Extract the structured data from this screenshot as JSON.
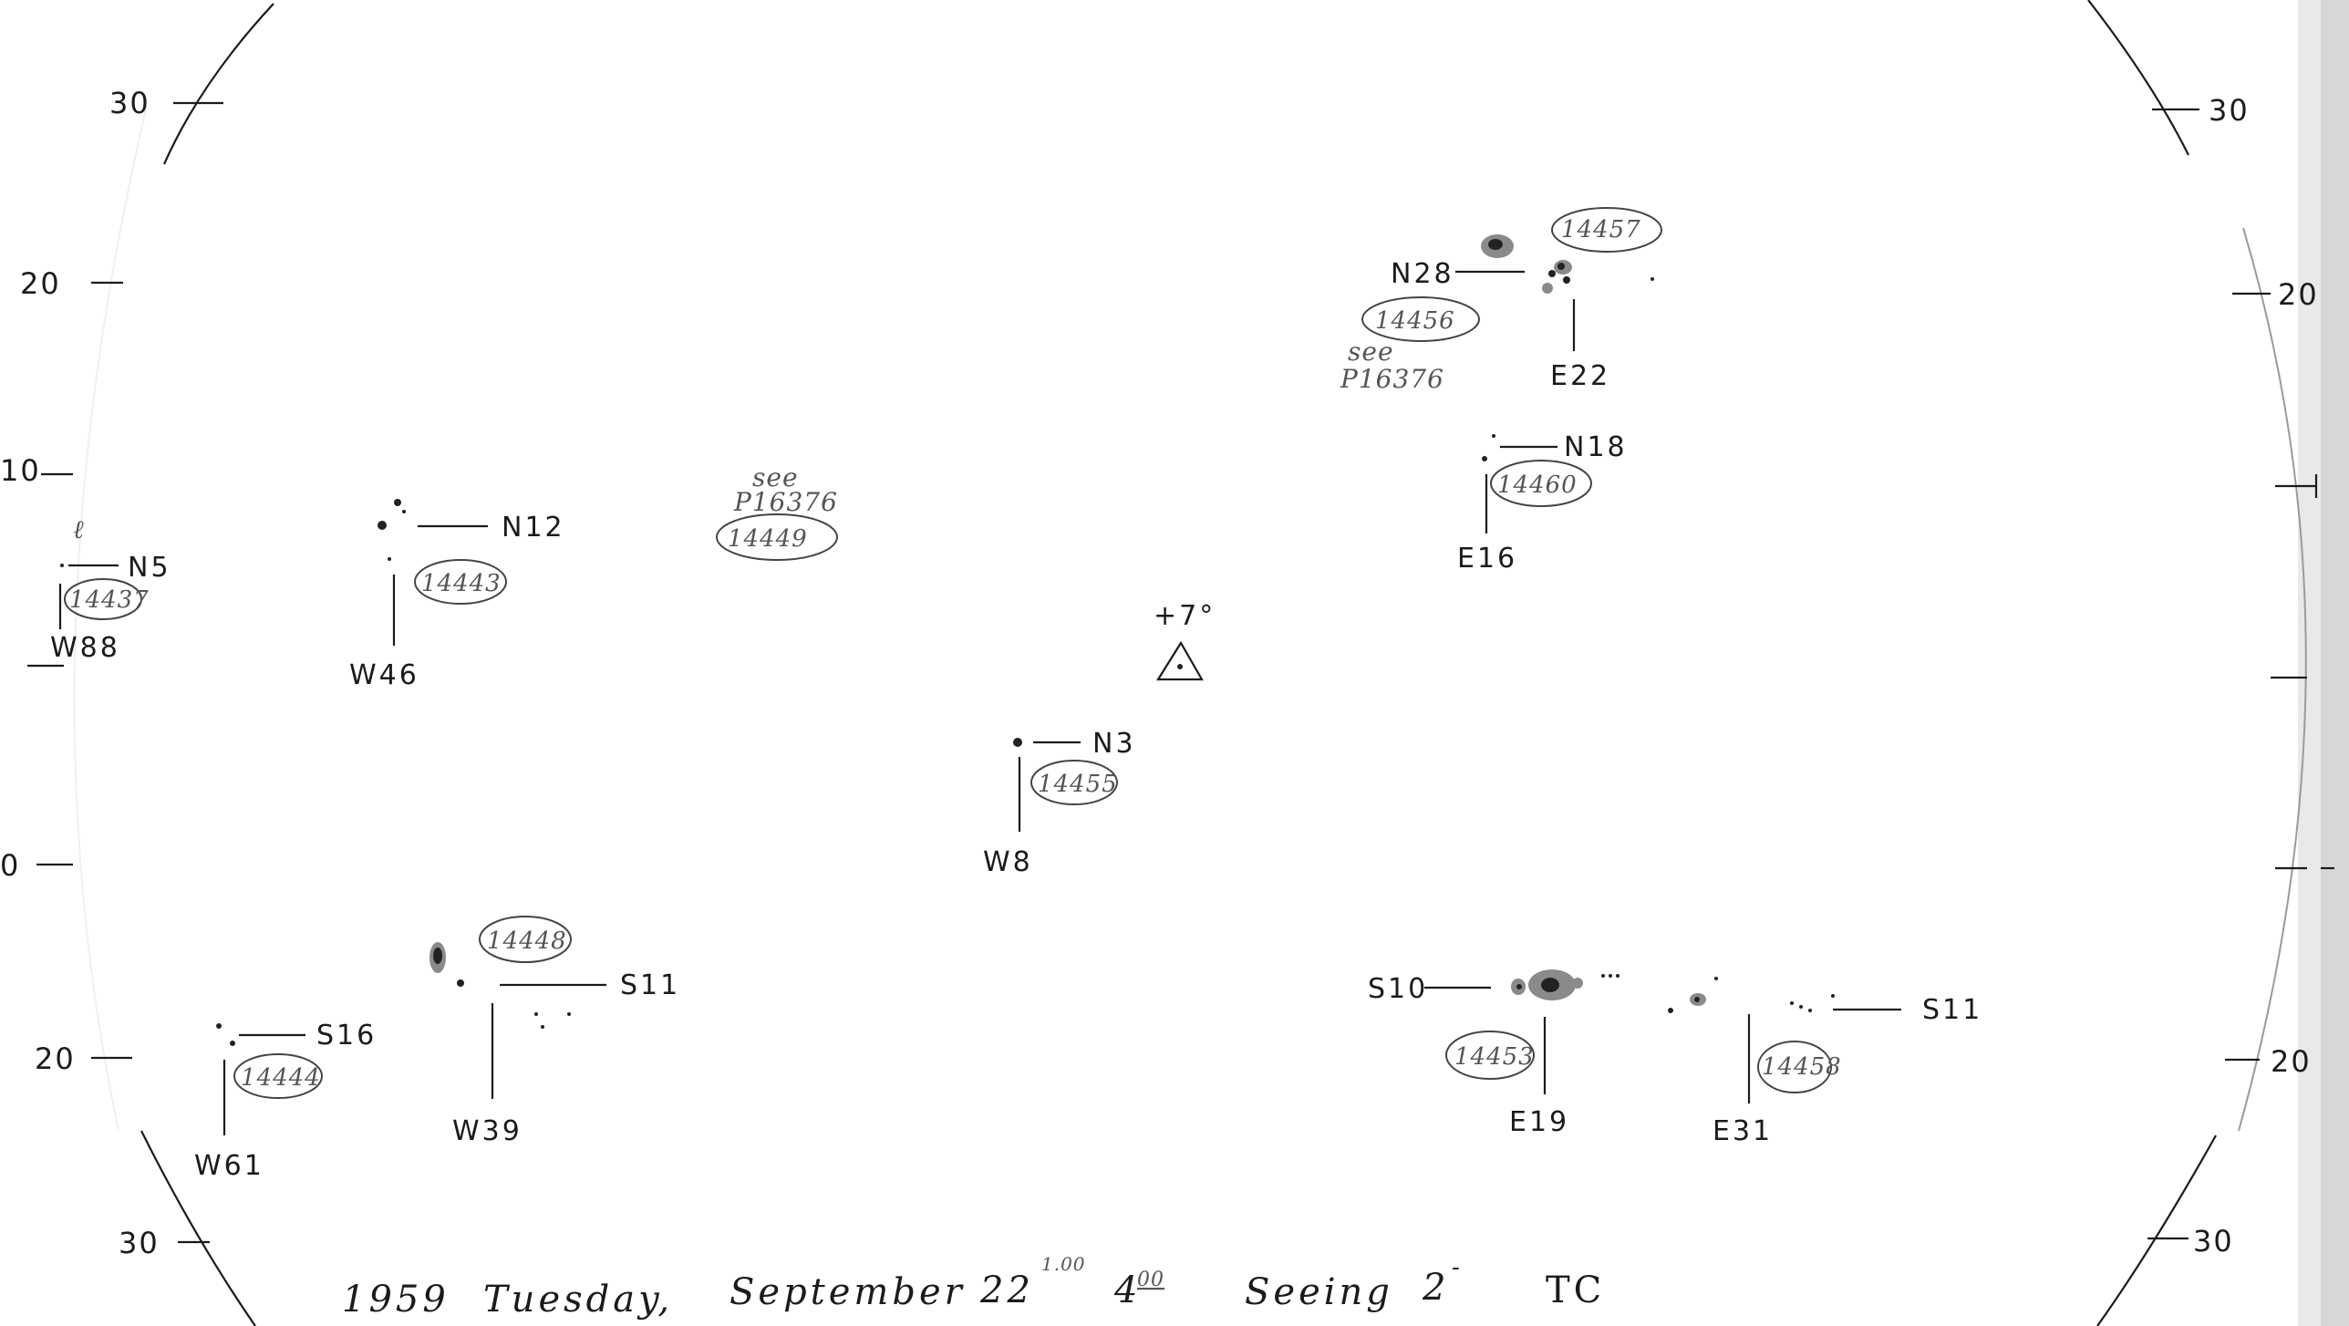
{
  "title": {
    "year": "1959",
    "day": "Tuesday,",
    "month": "September",
    "date": "22",
    "time_super": "1.00",
    "time": "4",
    "time_super2": "00",
    "seeing_label": "Seeing",
    "seeing_value": "2",
    "seeing_mark": "-",
    "observer": "TC"
  },
  "center": {
    "label": "+7°"
  },
  "left_ticks": [
    "30",
    "20",
    "10",
    "0",
    "20",
    "30"
  ],
  "right_ticks": [
    "30",
    "20",
    "20",
    "30"
  ],
  "groups": [
    {
      "id": "g14437",
      "number": "14437",
      "lat": "N5",
      "lon": "W88"
    },
    {
      "id": "g14443",
      "number": "14443",
      "lat": "N12",
      "lon": "W46"
    },
    {
      "id": "g14449",
      "number": "14449",
      "see": "see",
      "ref": "P16376"
    },
    {
      "id": "g14455",
      "number": "14455",
      "lat": "N3",
      "lon": "W8"
    },
    {
      "id": "g14456",
      "number": "14456",
      "see": "see",
      "ref": "P16376"
    },
    {
      "id": "g14457",
      "number": "14457",
      "lat": "N28",
      "lon": "E22"
    },
    {
      "id": "g14460",
      "number": "14460",
      "lat": "N18",
      "lon": "E16"
    },
    {
      "id": "g14448",
      "number": "14448",
      "lat": "S11",
      "lon": "W39"
    },
    {
      "id": "g14444",
      "number": "14444",
      "lat": "S16",
      "lon": "W61"
    },
    {
      "id": "g14453",
      "number": "14453",
      "lat": "S10",
      "lon": "E19"
    },
    {
      "id": "g14458",
      "number": "14458",
      "lat": "S11",
      "lon": "E31"
    }
  ]
}
